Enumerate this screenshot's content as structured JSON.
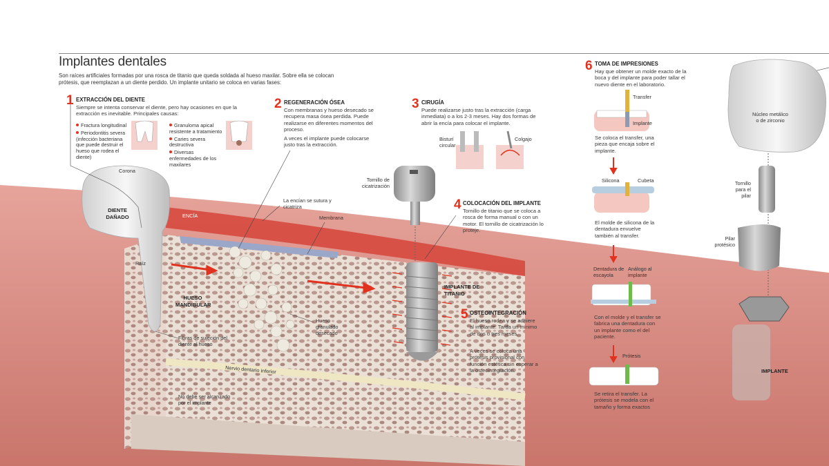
{
  "header": {
    "title": "Implantes dentales",
    "intro": "Son raíces artificiales formadas por una rosca de titanio que queda soldada al hueso maxilar. Sobre ella se colocan prótesis, que reemplazan a un diente perdido. Un implante unitario se coloca en varias fases:"
  },
  "steps": [
    {
      "number": "1",
      "title": "EXTRACCIÓN DEL DIENTE",
      "text": "Siempre se intenta conservar el diente, pero hay ocasiones en que la extracción es inevitable. Principales causas:",
      "causes_left": [
        "Fractura longitudinal",
        "Periodontitis severa (infección bacteriana que puede destruir el hueso que rodea el diente)"
      ],
      "causes_right": [
        "Granuloma apical resistente a tratamiento",
        "Caries severa destructiva",
        "Diversas enfermedades de los maxilares"
      ]
    },
    {
      "number": "2",
      "title": "REGENERACIÓN ÓSEA",
      "text": "Con membranas y hueso desecado se recupera masa ósea perdida. Puede realizarse en diferentes momentos del proceso.",
      "text2": "A veces el implante puede colocarse justo tras la extracción."
    },
    {
      "number": "3",
      "title": "CIRUGÍA",
      "text": "Puede realizarse justo tras la extracción (carga inmediata) o a los 2-3 meses. Hay dos formas de abrir la encía para colocar el implante.",
      "labels": [
        "Bisturí circular",
        "Colgajo"
      ]
    },
    {
      "number": "4",
      "title": "COLOCACIÓN DEL IMPLANTE",
      "text": "Tornillo de titanio que se coloca a rosca de forma manual o con un motor. El tornillo de cicatrización lo proteje."
    },
    {
      "number": "5",
      "title": "OSTEOINTEGRACIÓN",
      "text": "El hueso rodea y se adhiere al implante. Tarda un mínimo de dos o tres meses.",
      "text2": "A veces se coloca una prótesis provisional con función estética sin esperar a la osteointegración."
    },
    {
      "number": "6",
      "title": "TOMA DE IMPRESIONES",
      "text": "Hay que obtener un molde exacto de la boca y del implante para poder tallar el nuevo diente en el laboratorio.",
      "sub": [
        {
          "labels": [
            "Transfer",
            "Implante"
          ],
          "caption": "Se coloca el transfer, una pieza que encaja sobre el implante."
        },
        {
          "labels": [
            "Silicona",
            "Cubeta"
          ],
          "caption": "El molde de silicona de la dentadura envuelve también al transfer."
        },
        {
          "labels": [
            "Dentadura de escayola",
            "Análogo al implante"
          ],
          "caption": "Con el molde y el transfer se fabrica una dentadura con un implante como el del paciente."
        },
        {
          "labels": [
            "Prótesis"
          ],
          "caption": "Se retira el transfer. La prótesis se modela con el tamaño y forma exactos"
        }
      ]
    }
  ],
  "anatomy": {
    "corona": "Corona",
    "diente": "DIENTE DAÑADO",
    "raiz": "Raíz",
    "encia": "ENCÍA",
    "hueso": "HUESO MANDIBULAR",
    "fibras": "Fibras de sujeción del diente al hueso",
    "sutura": "La encían se sutura y cicatriza",
    "membrana": "Membrana",
    "granulado": "Hueso granulado desecado",
    "nervio": "Nervio dentario inferior",
    "nervio_nota": "No debe ser alcanzado por el implante",
    "tornillo_cicatrizacion": "Tornillo de cicatrización",
    "implante_titanio": "IMPLANTE DE TITANIO"
  },
  "prosthesis": {
    "nucleo": "Núcleo metálico o de zirconio",
    "tornillo_pilar": "Tornillo para el pilar",
    "pilar": "Pilar protésico",
    "implante": "IMPLANTE"
  },
  "colors": {
    "accent": "#e0321e",
    "gum": "#d98c84",
    "gum_dark": "#b9463e",
    "bone": "#e8ddd2",
    "metal": "#a9a9a9"
  }
}
